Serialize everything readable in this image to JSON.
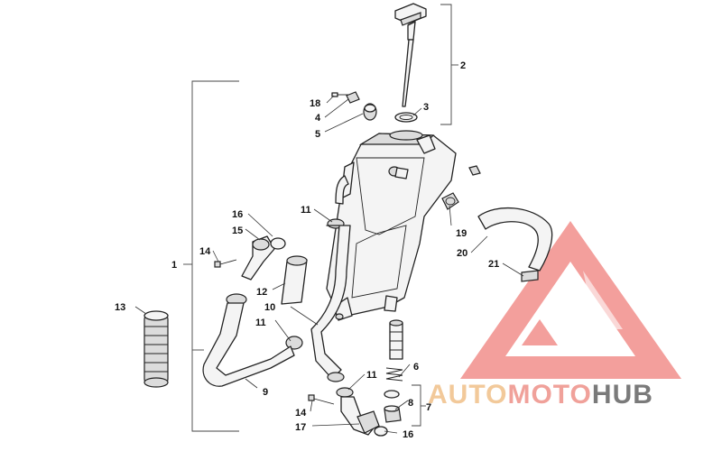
{
  "callouts": [
    {
      "id": "1",
      "text": "1"
    },
    {
      "id": "2",
      "text": "2"
    },
    {
      "id": "3",
      "text": "3"
    },
    {
      "id": "4",
      "text": "4"
    },
    {
      "id": "5",
      "text": "5"
    },
    {
      "id": "6",
      "text": "6"
    },
    {
      "id": "7",
      "text": "7"
    },
    {
      "id": "8",
      "text": "8"
    },
    {
      "id": "9",
      "text": "9"
    },
    {
      "id": "10",
      "text": "10"
    },
    {
      "id": "11a",
      "text": "11"
    },
    {
      "id": "11b",
      "text": "11"
    },
    {
      "id": "11c",
      "text": "11"
    },
    {
      "id": "12",
      "text": "12"
    },
    {
      "id": "13",
      "text": "13"
    },
    {
      "id": "14a",
      "text": "14"
    },
    {
      "id": "14b",
      "text": "14"
    },
    {
      "id": "15",
      "text": "15"
    },
    {
      "id": "16a",
      "text": "16"
    },
    {
      "id": "16b",
      "text": "16"
    },
    {
      "id": "17",
      "text": "17"
    },
    {
      "id": "18",
      "text": "18"
    },
    {
      "id": "19",
      "text": "19"
    },
    {
      "id": "20",
      "text": "20"
    },
    {
      "id": "21",
      "text": "21"
    }
  ],
  "watermark": {
    "part1": "AUTO",
    "part2": "MOTO",
    "part3": "HUB",
    "colors": {
      "auto": "#f2c99a",
      "moto": "#f0a19a",
      "hub": "#7a7a7a",
      "triangle": "#f39a97"
    }
  }
}
